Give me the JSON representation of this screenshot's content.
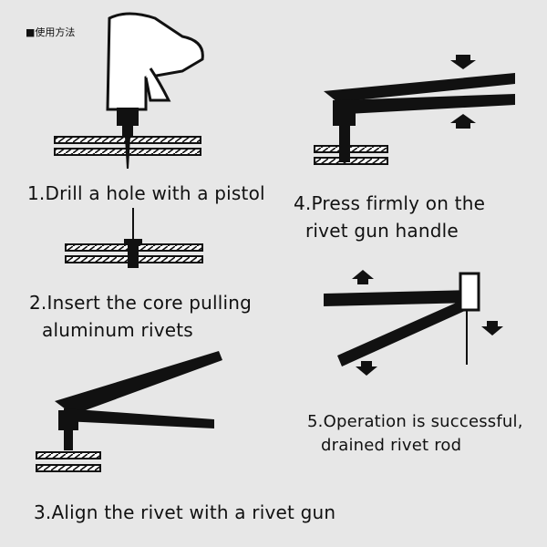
{
  "header": "■使用方法",
  "steps": [
    {
      "line1": "1.Drill a hole with a pistol"
    },
    {
      "line1": "2.Insert the core pulling",
      "line2": "aluminum rivets"
    },
    {
      "line1": "3.Align the rivet with a rivet gun"
    },
    {
      "line1": "4.Press firmly on the",
      "line2": "rivet gun handle"
    },
    {
      "line1": "5.Operation is successful,",
      "line2": "drained rivet rod"
    }
  ]
}
